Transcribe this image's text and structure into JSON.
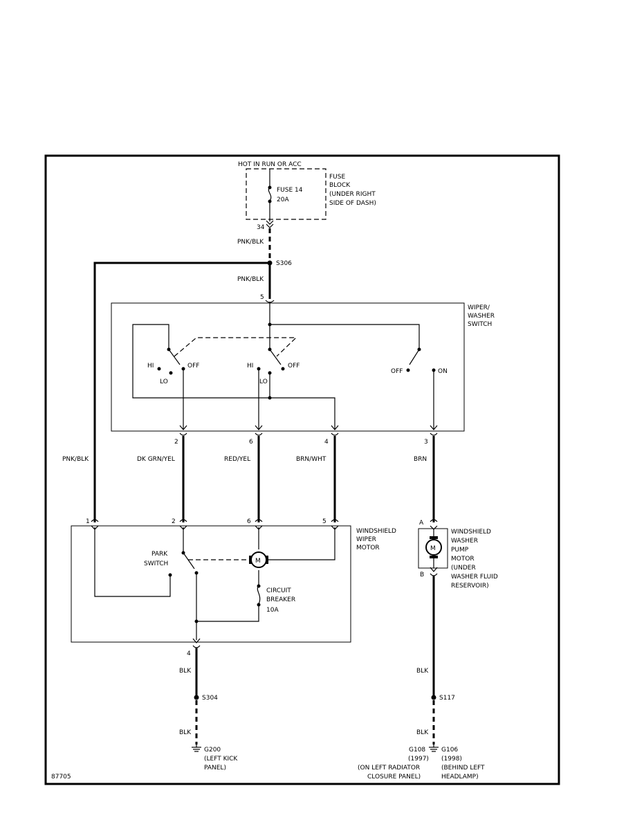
{
  "power_label": "HOT IN RUN OR ACC",
  "fuse_block": {
    "label": [
      "FUSE",
      "BLOCK",
      "(UNDER RIGHT",
      "SIDE OF DASH)"
    ],
    "fuse": [
      "FUSE 14",
      "20A"
    ],
    "pin": "34"
  },
  "wires": {
    "pnk_blk": "PNK/BLK",
    "dk_grn_yel": "DK GRN/YEL",
    "red_yel": "RED/YEL",
    "brn_wht": "BRN/WHT",
    "brn": "BRN",
    "blk": "BLK"
  },
  "splices": {
    "s306": "S306",
    "s304": "S304",
    "s117": "S117"
  },
  "wiper_switch": {
    "label": [
      "WIPER/",
      "WASHER",
      "SWITCH"
    ],
    "pins": {
      "top": "5",
      "p2": "2",
      "p6": "6",
      "p4": "4",
      "p3": "3"
    },
    "positions": {
      "hi": "HI",
      "lo": "LO",
      "off": "OFF",
      "on": "ON"
    }
  },
  "wiper_motor": {
    "label": [
      "WINDSHIELD",
      "WIPER",
      "MOTOR"
    ],
    "pins": {
      "p1": "1",
      "p2": "2",
      "p6": "6",
      "p5": "5",
      "p4": "4"
    },
    "park_switch": [
      "PARK",
      "SWITCH"
    ],
    "circuit_breaker": [
      "CIRCUIT",
      "BREAKER",
      "10A"
    ],
    "motor_symbol": "M"
  },
  "washer_pump": {
    "label": [
      "WINDSHIELD",
      "WASHER",
      "PUMP",
      "MOTOR",
      "(UNDER",
      "WASHER FLUID",
      "RESERVOIR)"
    ],
    "pins": {
      "a": "A",
      "b": "B"
    },
    "motor_symbol": "M"
  },
  "grounds": {
    "g200": [
      "G200",
      "(LEFT KICK",
      "PANEL)"
    ],
    "g108": [
      "G108",
      "(1997)",
      "(ON LEFT RADIATOR",
      "CLOSURE PANEL)"
    ],
    "g106": [
      "G106",
      "(1998)",
      "(BEHIND LEFT",
      "HEADLAMP)"
    ]
  },
  "figure_id": "87705"
}
